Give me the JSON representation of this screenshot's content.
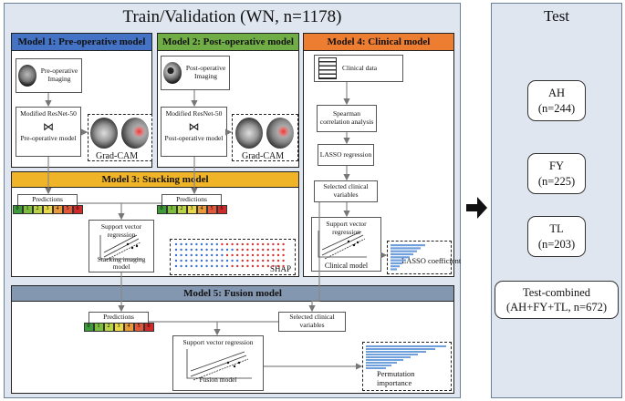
{
  "train": {
    "title": "Train/Validation (WN, n=1178)",
    "model1": {
      "header": "Model 1: Pre-operative model",
      "imaging": "Pre-operative Imaging",
      "resnet": "Modified ResNet-50",
      "model": "Pre-operative model"
    },
    "model2": {
      "header": "Model 2: Post-operative model",
      "imaging": "Post-operative Imaging",
      "resnet": "Modified ResNet-50",
      "model": "Post-operative model"
    },
    "gradcam": "Grad-CAM",
    "model3": {
      "header": "Model 3: Stacking model",
      "predictions": "Predictions",
      "svr": "Support vector regression",
      "stacking": "Stacking imaging model",
      "shap": "SHAP"
    },
    "model4": {
      "header": "Model 4: Clinical model",
      "clinical_data": "Clinical data",
      "spearman": "Spearman correlation analysis",
      "lasso": "LASSO regression",
      "selected": "Selected clinical variables",
      "svr": "Support vector regression",
      "model": "Clinical model",
      "lasso_coef": "LASSO coefficient"
    },
    "model5": {
      "header": "Model 5: Fusion model",
      "predictions": "Predictions",
      "selected": "Selected clinical variables",
      "svr": "Support vector regression",
      "model": "Fusion model",
      "perm": "Permutation importance"
    },
    "pred_digits": [
      "0",
      "1",
      "2",
      "3",
      "4",
      "5",
      "6"
    ]
  },
  "test": {
    "title": "Test",
    "sets": [
      {
        "name": "AH",
        "n": "(n=244)"
      },
      {
        "name": "FY",
        "n": "(n=225)"
      },
      {
        "name": "TL",
        "n": "(n=203)"
      },
      {
        "name": "Test-combined",
        "n": "(AH+FY+TL, n=672)"
      }
    ]
  },
  "colors": {
    "model1": "#4472c4",
    "model2": "#70ad47",
    "model3": "#f0b429",
    "model4": "#ed7d31",
    "model5": "#8497b0",
    "pred": [
      "#3d9b3a",
      "#7cbf3e",
      "#b9d446",
      "#e8d84a",
      "#eb9a3b",
      "#e2583a",
      "#cf2b2b"
    ]
  }
}
